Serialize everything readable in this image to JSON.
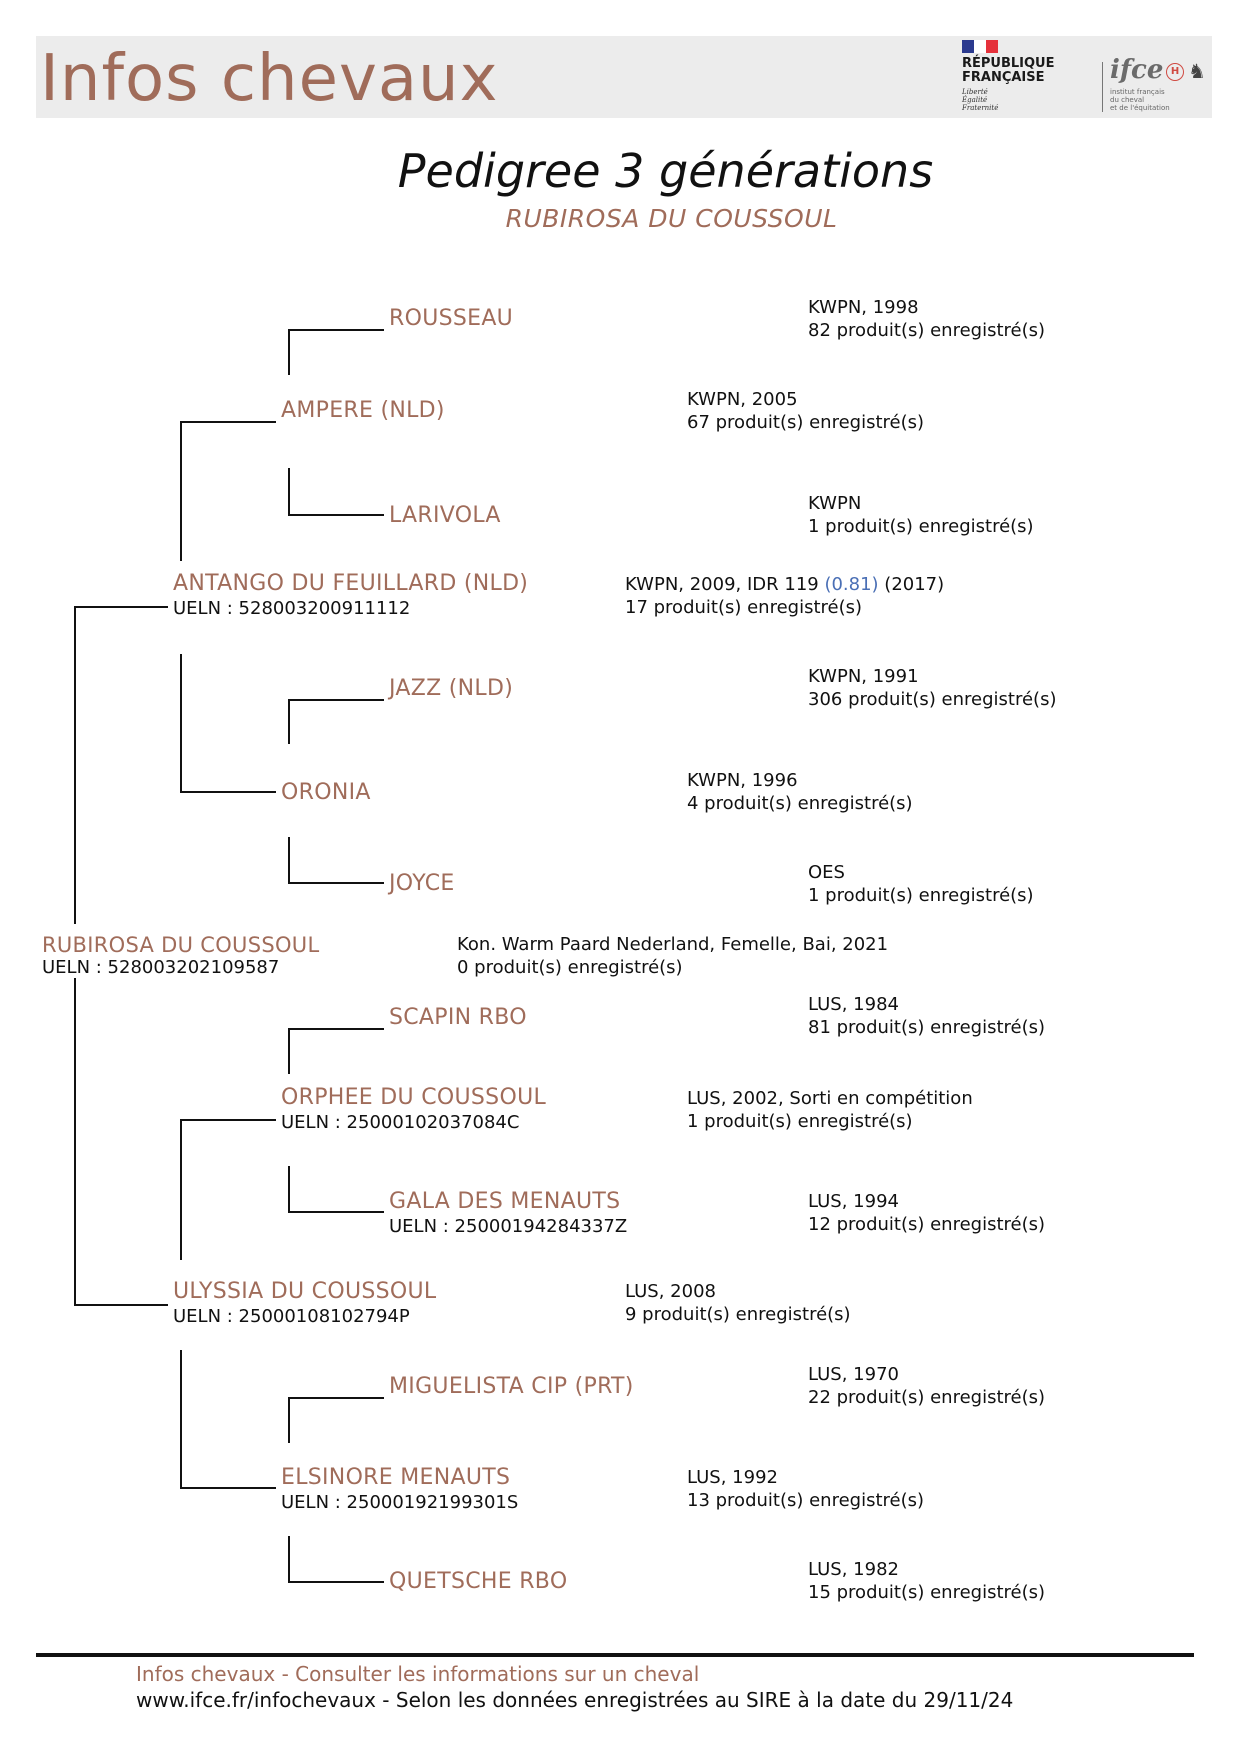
{
  "header": {
    "site_title": "Infos chevaux",
    "rf_name": "RÉPUBLIQUE\nFRANÇAISE",
    "rf_motto": "Liberté\nÉgalité\nFraternité",
    "ifce_logo": "ifce",
    "ifce_sub": "institut français\ndu cheval\net de l'équitation",
    "ifce_icons": [
      "horse-circle-icon",
      "rider-icon"
    ]
  },
  "document": {
    "title": "Pedigree 3 générations",
    "subject": "RUBIROSA DU COUSSOUL"
  },
  "pedigree": {
    "subject": {
      "name": "RUBIROSA DU COUSSOUL",
      "ueln": "UELN : 528003202109587",
      "info": "Kon. Warm Paard Nederland, Femelle, Bai, 2021",
      "products": "0 produit(s) enregistré(s)"
    },
    "sire": {
      "name": "ANTANGO DU FEUILLARD (NLD)",
      "ueln": "UELN : 528003200911112",
      "info_prefix": "KWPN, 2009, IDR 119 ",
      "idr_index": "(0.81)",
      "info_suffix": " (2017)",
      "products": "17 produit(s) enregistré(s)"
    },
    "sire_sire": {
      "name": "AMPERE (NLD)",
      "info": "KWPN, 2005",
      "products": "67 produit(s) enregistré(s)"
    },
    "sire_sire_sire": {
      "name": "ROUSSEAU",
      "info": "KWPN, 1998",
      "products": "82 produit(s) enregistré(s)"
    },
    "sire_sire_dam": {
      "name": "LARIVOLA",
      "info": "KWPN",
      "products": "1 produit(s) enregistré(s)"
    },
    "sire_dam": {
      "name": "ORONIA",
      "info": "KWPN, 1996",
      "products": "4 produit(s) enregistré(s)"
    },
    "sire_dam_sire": {
      "name": "JAZZ (NLD)",
      "info": "KWPN, 1991",
      "products": "306 produit(s) enregistré(s)"
    },
    "sire_dam_dam": {
      "name": "JOYCE",
      "info": "OES",
      "products": "1 produit(s) enregistré(s)"
    },
    "dam": {
      "name": "ULYSSIA DU COUSSOUL",
      "ueln": "UELN : 25000108102794P",
      "info": "LUS, 2008",
      "products": "9 produit(s) enregistré(s)"
    },
    "dam_sire": {
      "name": "ORPHEE DU COUSSOUL",
      "ueln": "UELN : 25000102037084C",
      "info": "LUS, 2002, Sorti en compétition",
      "products": "1 produit(s) enregistré(s)"
    },
    "dam_sire_sire": {
      "name": "SCAPIN RBO",
      "info": "LUS, 1984",
      "products": "81 produit(s) enregistré(s)"
    },
    "dam_sire_dam": {
      "name": "GALA DES MENAUTS",
      "ueln": "UELN : 25000194284337Z",
      "info": "LUS, 1994",
      "products": "12 produit(s) enregistré(s)"
    },
    "dam_dam": {
      "name": "ELSINORE MENAUTS",
      "ueln": "UELN : 25000192199301S",
      "info": "LUS, 1992",
      "products": "13 produit(s) enregistré(s)"
    },
    "dam_dam_sire": {
      "name": "MIGUELISTA CIP (PRT)",
      "info": "LUS, 1970",
      "products": "22 produit(s) enregistré(s)"
    },
    "dam_dam_dam": {
      "name": "QUETSCHE RBO",
      "info": "LUS, 1982",
      "products": "15 produit(s) enregistré(s)"
    }
  },
  "footer": {
    "line1": "Infos chevaux - Consulter les informations sur un cheval",
    "line2": "www.ifce.fr/infochevaux - Selon les données enregistrées au SIRE à la date du 29/11/24"
  },
  "colors": {
    "accent": "#a06c5a",
    "text": "#111111",
    "banner": "#ececec",
    "index_link": "#4a6fb5"
  }
}
